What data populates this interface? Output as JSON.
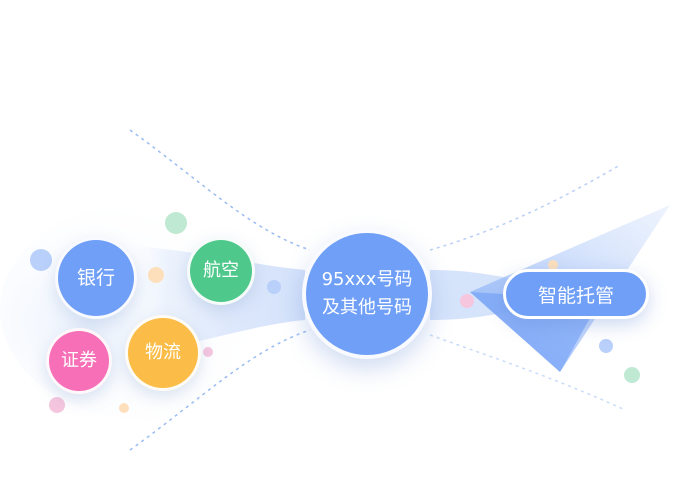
{
  "nodes": {
    "yinhang": {
      "label": "银行",
      "color": "#6f9ff7"
    },
    "hangkong": {
      "label": "航空",
      "color": "#4fc88c"
    },
    "zhengquan": {
      "label": "证券",
      "color": "#f76fb6"
    },
    "wuliu": {
      "label": "物流",
      "color": "#fbbd48"
    }
  },
  "center": {
    "line1": "95xxx号码",
    "line2": "及其他号码",
    "color": "#6f9ff7"
  },
  "action": {
    "label": "智能托管",
    "color": "#6f9ff7"
  },
  "palette": {
    "flow_light": "#dfe9fb",
    "flow_mid": "#c5d7f8",
    "dash": "#9bbcf3",
    "dot_blue": "#b9d0fb",
    "dot_green": "#bfe9d3",
    "dot_pink": "#f6c6df",
    "dot_orange": "#fde0bb"
  }
}
